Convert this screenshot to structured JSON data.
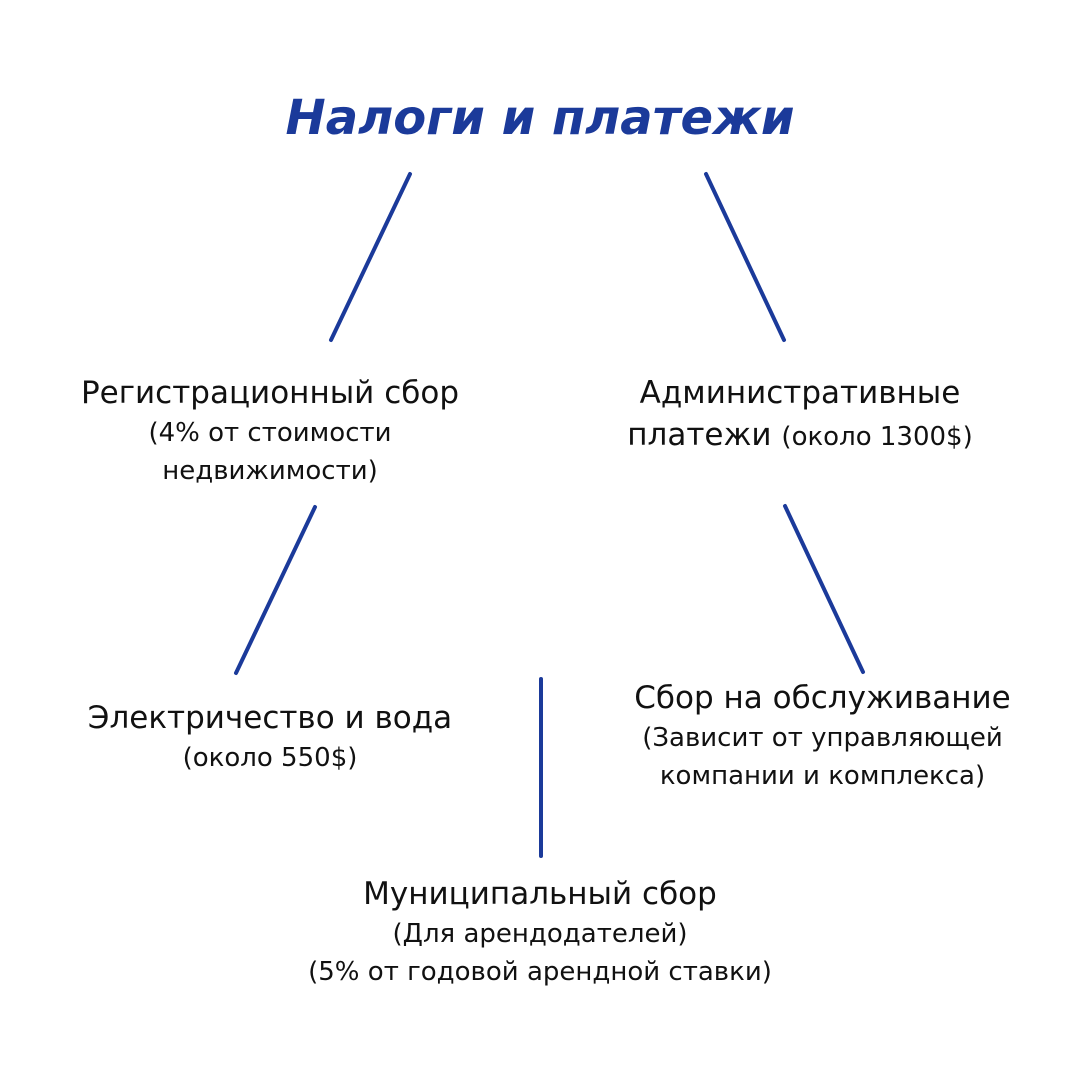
{
  "title": "Налоги и платежи",
  "colors": {
    "accent": "#1b3a9a",
    "text": "#111111",
    "background": "#ffffff"
  },
  "nodes": {
    "registration": {
      "label": "Регистрационный сбор",
      "note_line1": "(4% от стоимости",
      "note_line2": "недвижимости)"
    },
    "admin": {
      "label_line1": "Административные",
      "label_line2": "платежи",
      "note": "(около 1300$)"
    },
    "electricity": {
      "label": "Электричество и вода",
      "note": "(около 550$)"
    },
    "service": {
      "label": "Сбор на обслуживание",
      "note_line1": "(Зависит от управляющей",
      "note_line2": "компании и комплекса)"
    },
    "municipal": {
      "label": "Муниципальный сбор",
      "note_line1": "(Для арендодателей)",
      "note_line2": "(5% от годовой арендной ставки)"
    }
  }
}
